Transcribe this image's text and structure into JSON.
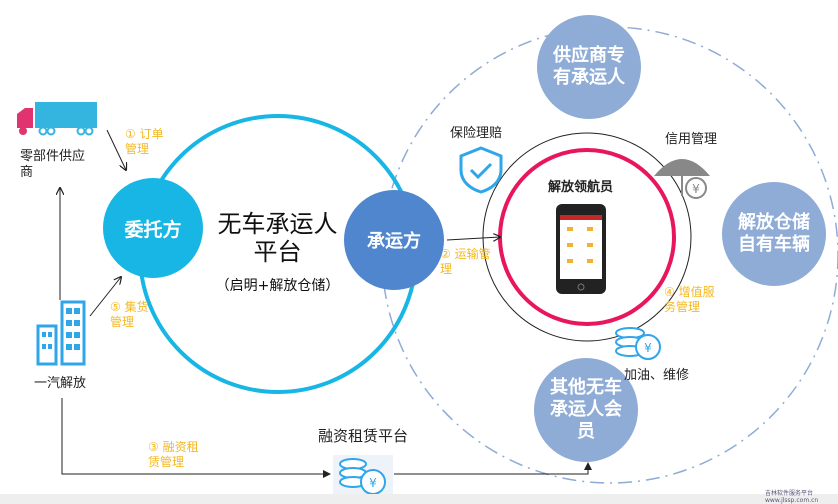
{
  "platform": {
    "title_line1": "无车承运人",
    "title_line2": "平台",
    "subtitle": "（启明+解放仓储）"
  },
  "nodes": {
    "consignor": "委托方",
    "carrier": "承运方",
    "supplier_carrier": "供应商专有承运人",
    "faw_own": "解放仓储自有车辆",
    "other_members": "其他无车承运人会员",
    "app": "解放领航员"
  },
  "labels": {
    "supplier": "零部件供应商",
    "faw": "一汽解放",
    "insurance": "保险理赔",
    "credit": "信用管理",
    "fuel": "加油、维修",
    "leasing": "融资租赁平台"
  },
  "steps": {
    "s1": "① 订单管理",
    "s2": "② 运输管理",
    "s3": "③ 融资租赁管理",
    "s4": "④ 增值服务管理",
    "s5": "⑤ 集货管理"
  },
  "watermark": "吉林软件服务平台 www.jlssp.com.cn",
  "colors": {
    "consignor": "#17b6e4",
    "carrier": "#4f86cd",
    "satellite": "#8eacd6",
    "pink": "#e8175d",
    "step": "#f5b820"
  }
}
